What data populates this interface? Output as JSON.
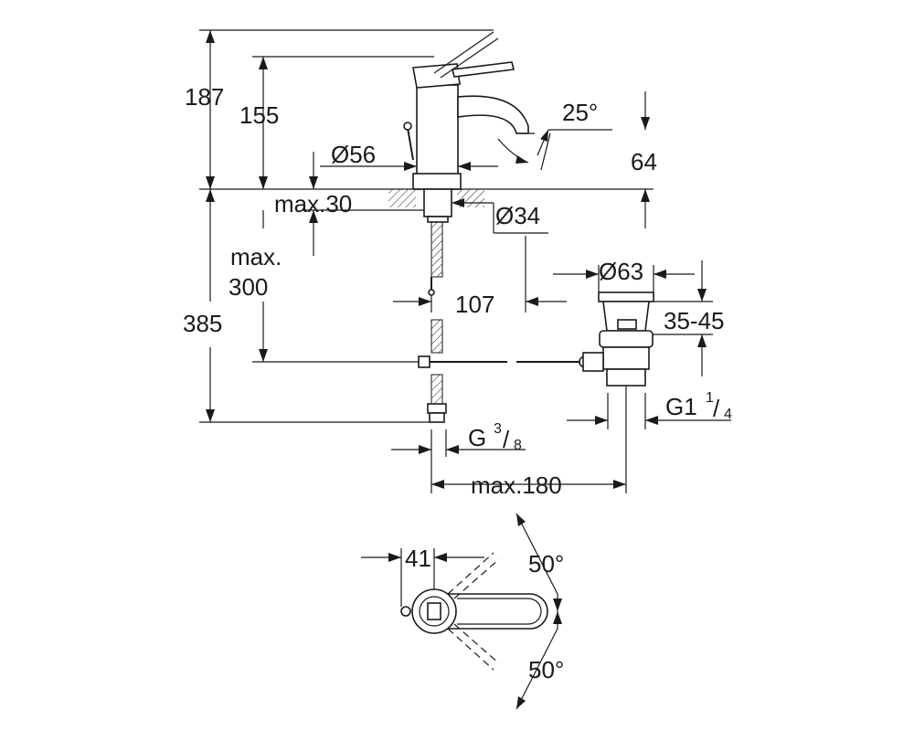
{
  "dimensions": {
    "total_height": "187",
    "lever_height": "155",
    "spout_angle": "25°",
    "spout_height": "64",
    "body_diameter": "Ø56",
    "max_deck_thickness": "max.30",
    "hole_diameter": "Ø34",
    "max_hose_length_line1": "max.",
    "max_hose_length_line2": "300",
    "spout_reach": "107",
    "waste_diameter": "Ø63",
    "waste_adjust": "35-45",
    "below_deck_height": "385",
    "waste_thread_base": "G1",
    "waste_thread_num": "1",
    "waste_thread_den": "4",
    "supply_thread_base": "G",
    "supply_thread_num": "3",
    "supply_thread_den": "8",
    "max_rod_distance": "max.180",
    "lever_offset": "41",
    "rotation_angle_top": "50°",
    "rotation_angle_bottom": "50°"
  }
}
